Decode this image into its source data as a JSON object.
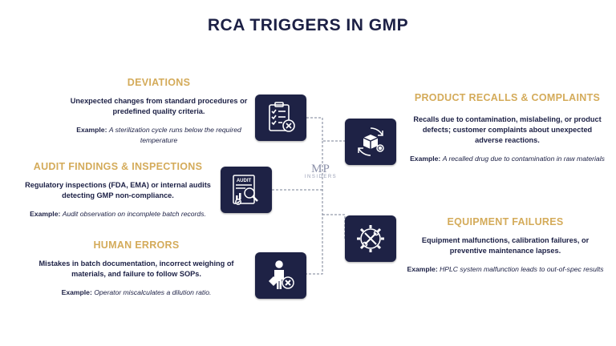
{
  "title": "RCA TRIGGERS IN GMP",
  "logo": {
    "main": "MP",
    "sub": "INSIDERS"
  },
  "triggers": [
    {
      "heading": "DEVIATIONS",
      "description": "Unexpected changes from standard procedures or predefined quality criteria.",
      "example_label": "Example:",
      "example_text": "A sterilization cycle runs below the required temperature",
      "icon": "checklist-x-icon"
    },
    {
      "heading": "AUDIT FINDINGS & INSPECTIONS",
      "description": "Regulatory inspections (FDA, EMA) or internal audits detecting GMP non-compliance.",
      "example_label": "Example:",
      "example_text": "Audit observation on incomplete batch records.",
      "icon": "audit-magnifier-icon"
    },
    {
      "heading": "HUMAN ERRORS",
      "description": "Mistakes in batch documentation, incorrect weighing of materials, and failure to follow SOPs.",
      "example_label": "Example:",
      "example_text": "Operator miscalculates a dilution ratio.",
      "icon": "person-error-icon"
    },
    {
      "heading": "PRODUCT RECALLS & COMPLAINTS",
      "description": "Recalls due to contamination, mislabeling, or product defects; customer complaints about unexpected adverse reactions.",
      "example_label": "Example:",
      "example_text": "A recalled drug due to contamination in raw materials",
      "icon": "box-recall-icon"
    },
    {
      "heading": "EQUIPMENT FAILURES",
      "description": "Equipment malfunctions, calibration failures, or preventive maintenance lapses.",
      "example_label": "Example:",
      "example_text": "HPLC system malfunction leads to out-of-spec results",
      "icon": "gear-tools-icon"
    }
  ],
  "colors": {
    "navy": "#1e2245",
    "gold": "#d4ab5a",
    "connector": "#7a8196"
  }
}
